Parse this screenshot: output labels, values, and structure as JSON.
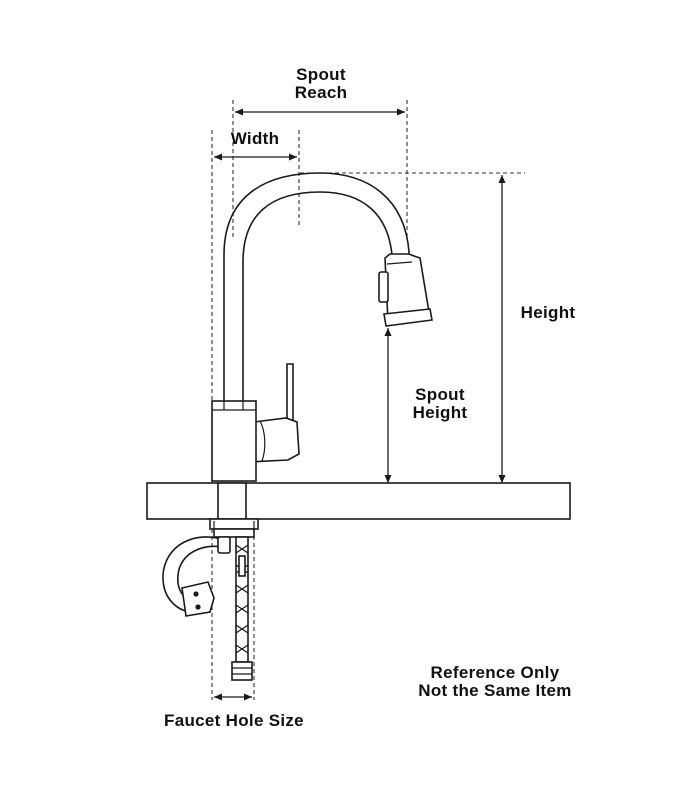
{
  "diagram": {
    "labels": {
      "spout_reach_line1": "Spout",
      "spout_reach_line2": "Reach",
      "width": "Width",
      "height": "Height",
      "spout_height_line1": "Spout",
      "spout_height_line2": "Height",
      "faucet_hole_size": "Faucet Hole Size",
      "reference_line1": "Reference Only",
      "reference_line2": "Not the Same Item"
    }
  }
}
